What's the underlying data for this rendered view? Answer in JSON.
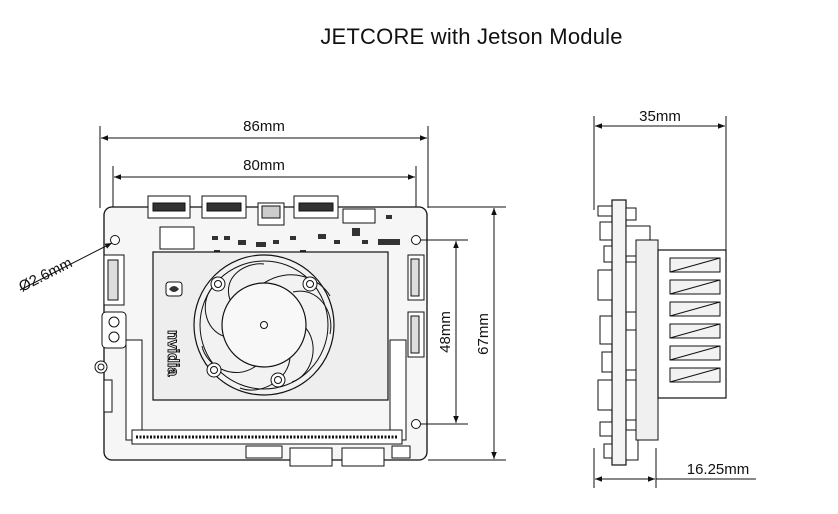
{
  "title": "JETCORE with Jetson Module",
  "dimensions": {
    "overall_width": "86mm",
    "hole_spacing_x": "80mm",
    "hole_diameter": "Ø2.6mm",
    "hole_spacing_y": "48mm",
    "overall_height": "67mm",
    "side_depth": "35mm",
    "board_offset": "16.25mm"
  },
  "module_brand": "nvidia",
  "colors": {
    "line": "#111111",
    "board_fill": "#f4f4f4",
    "module_fill": "#eeeeee"
  }
}
